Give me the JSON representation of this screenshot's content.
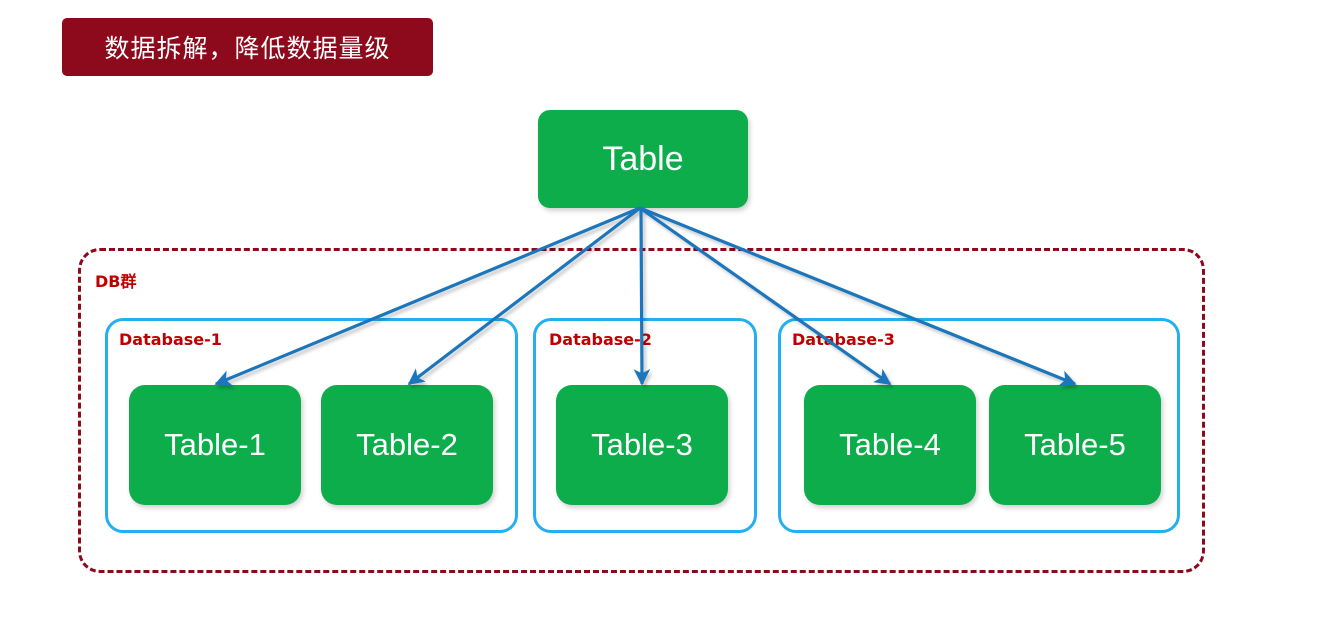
{
  "banner": {
    "text": "数据拆解，降低数据量级",
    "bg_color": "#8C0A1B",
    "text_color": "#FFFFFF"
  },
  "diagram": {
    "type": "tree",
    "root": {
      "label": "Table",
      "color": "#0DAD4B"
    },
    "cluster": {
      "label": "DB群",
      "border_color": "#8C0A1B",
      "border_style": "dashed",
      "label_color": "#C00000"
    },
    "databases": [
      {
        "label": "Database-1",
        "border_color": "#23B0F0",
        "tables": [
          "Table-1",
          "Table-2"
        ]
      },
      {
        "label": "Database-2",
        "border_color": "#23B0F0",
        "tables": [
          "Table-3"
        ]
      },
      {
        "label": "Database-3",
        "border_color": "#23B0F0",
        "tables": [
          "Table-4",
          "Table-5"
        ]
      }
    ],
    "tables": [
      {
        "label": "Table-1"
      },
      {
        "label": "Table-2"
      },
      {
        "label": "Table-3"
      },
      {
        "label": "Table-4"
      },
      {
        "label": "Table-5"
      }
    ],
    "connectors": {
      "color": "#1F76BC",
      "from": "Table",
      "to": [
        "Table-1",
        "Table-2",
        "Table-3",
        "Table-4",
        "Table-5"
      ]
    }
  }
}
